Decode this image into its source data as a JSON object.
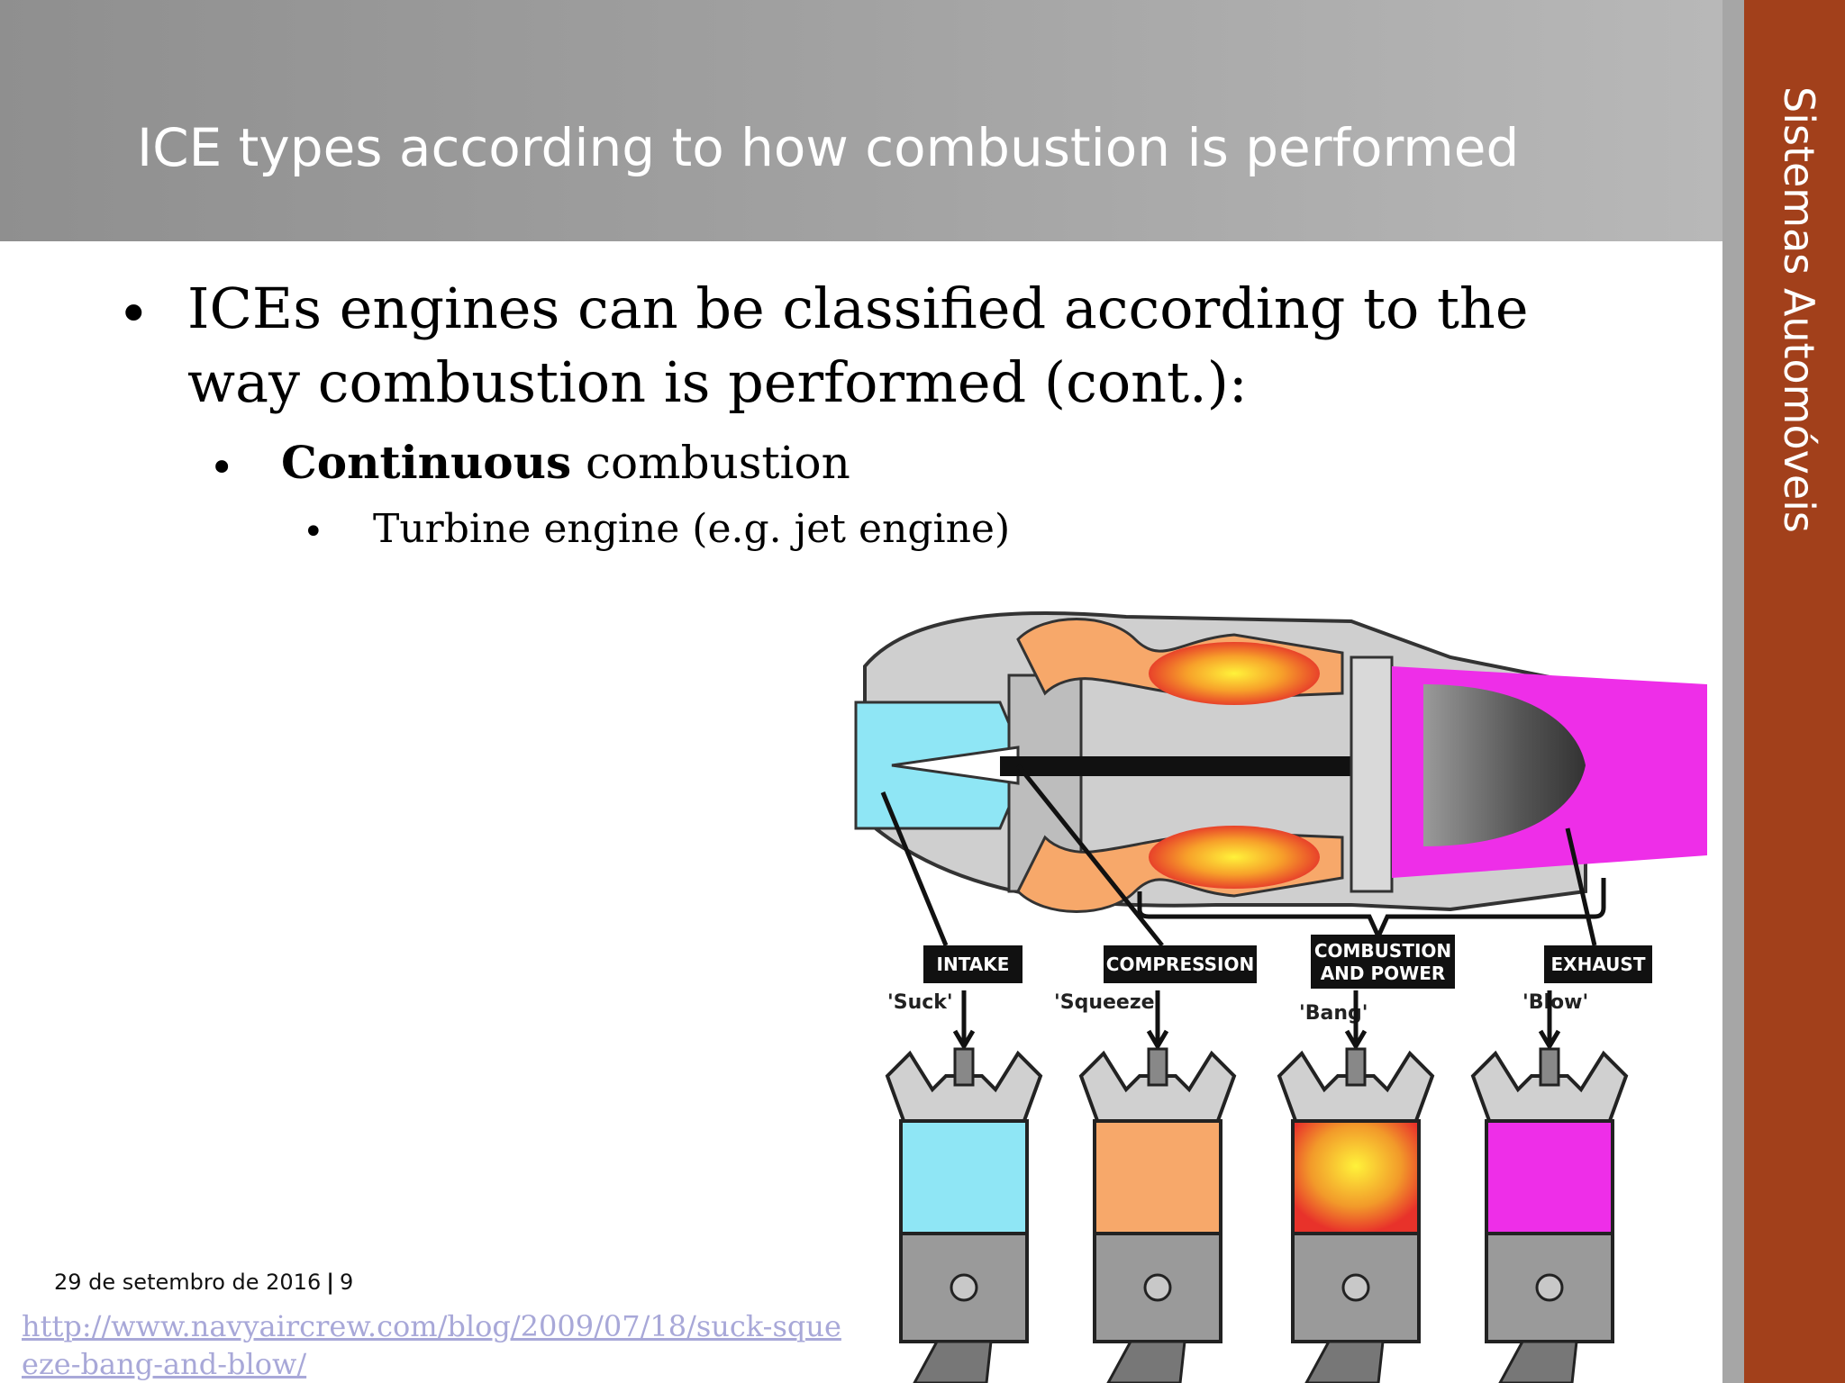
{
  "slide": {
    "title": "ICE types according to how combustion is performed",
    "side_label": "Sistemas Automóveis",
    "bullet_main": "ICEs engines can be classified according to the way combustion is performed (cont.):",
    "bullet_sub_bold": "Continuous",
    "bullet_sub_rest": " combustion",
    "bullet_sub_sub": "Turbine engine (e.g. jet engine)",
    "bullet_char": "•",
    "footer_date": "29 de setembro de 2016",
    "footer_sep": "|",
    "page_number": "9",
    "source_url": "http://www.navyaircrew.com/blog/2009/07/18/suck-squeeze-bang-and-blow/"
  },
  "diagram": {
    "stages": [
      {
        "label_line1": "INTAKE",
        "label_line2": "",
        "nickname": "'Suck'",
        "color": "#8fe6f5"
      },
      {
        "label_line1": "COMPRESSION",
        "label_line2": "",
        "nickname": "'Squeeze'",
        "color": "#f7a86a"
      },
      {
        "label_line1": "COMBUSTION",
        "label_line2": "AND POWER",
        "nickname": "'Bang'",
        "color": "#f2452a"
      },
      {
        "label_line1": "EXHAUST",
        "label_line2": "",
        "nickname": "'Blow'",
        "color": "#ee2ee8"
      }
    ]
  },
  "colors": {
    "header_gradient_start": "#8f8f8f",
    "header_gradient_end": "#b8b8b8",
    "side_bar": "#a2401b",
    "link": "#a8a8d8"
  }
}
